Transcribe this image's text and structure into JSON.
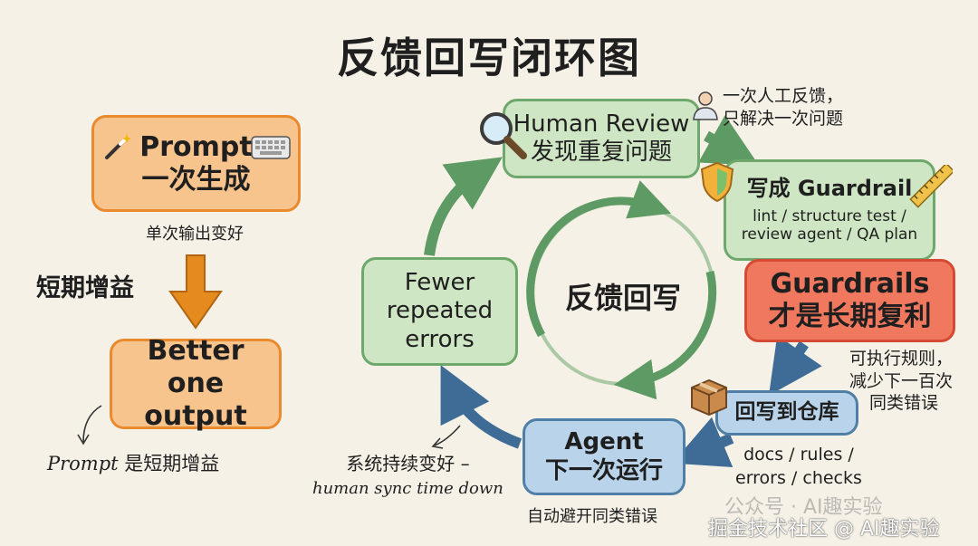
{
  "title": "反馈回写闭环图",
  "prompt_box": {
    "line1": "Prompt",
    "line2": "一次生成"
  },
  "single_output_note": "单次输出变好",
  "short_gain_label": "短期增益",
  "better_box": {
    "line1": "Better",
    "line2": "one output"
  },
  "prompt_short_note": {
    "prefix": "Prompt",
    "suffix": " 是短期增益"
  },
  "human_review_box": {
    "line1": "Human Review",
    "line2": "发现重复问题"
  },
  "human_note": {
    "line1": "一次人工反馈，",
    "line2": "只解决一次问题"
  },
  "guardrail_box": {
    "line1": "写成 Guardrail",
    "line2": "lint / structure test /",
    "line3": "review agent / QA plan"
  },
  "compound_box": {
    "line1": "Guardrails",
    "line2": "才是长期复利"
  },
  "exec_note": {
    "line1": "可执行规则，",
    "line2": "减少下一百次",
    "line3": "同类错误"
  },
  "writeback_box": {
    "label": "回写到仓库"
  },
  "docs_note": {
    "line1": "docs / rules /",
    "line2": "errors / checks"
  },
  "agent_box": {
    "line1": "Agent",
    "line2": "下一次运行"
  },
  "avoid_note": "自动避开同类错误",
  "system_note": {
    "line1": "系统持续变好 –",
    "line2": "human sync time down"
  },
  "fewer_box": {
    "line1": "Fewer",
    "line2": "repeated",
    "line3": "errors"
  },
  "center_label": "反馈回写",
  "watermark": {
    "line1": "公众号 · AI趣实验",
    "line2": "掘金技术社区 @ AI趣实验"
  },
  "icons": [
    "magic-wand-icon",
    "keyboard-icon",
    "magnifier-icon",
    "person-icon",
    "shield-icon",
    "ruler-icon",
    "package-icon"
  ],
  "colors": {
    "orange": "#f8c48d",
    "green": "#cfe6c4",
    "blue": "#b9d4ea",
    "red": "#f0785e",
    "arrow_green": "#5e9a63",
    "arrow_blue": "#3e6c96",
    "arrow_orange": "#e58a1f"
  }
}
